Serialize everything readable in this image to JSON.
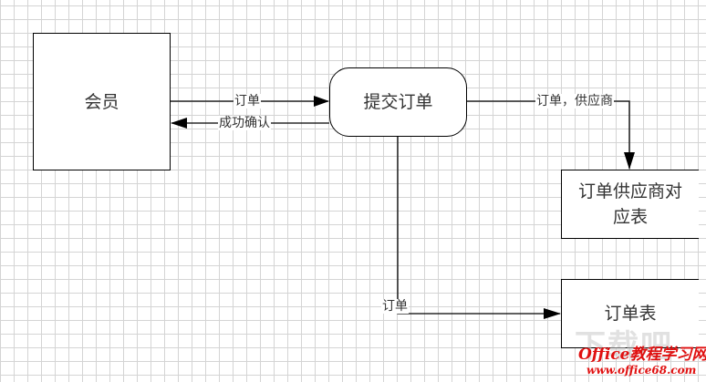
{
  "diagram": {
    "nodes": {
      "member": {
        "label": "会员",
        "shape": "rectangle"
      },
      "submit_order": {
        "label": "提交订单",
        "shape": "rounded-rectangle"
      },
      "order_supplier_table": {
        "label_line1": "订单供应商对",
        "label_line2": "应表",
        "shape": "open-rectangle"
      },
      "order_table": {
        "label": "订单表",
        "shape": "open-rectangle"
      }
    },
    "edges": {
      "member_to_submit": {
        "label": "订单",
        "from": "会员",
        "to": "提交订单"
      },
      "submit_to_member": {
        "label": "成功确认",
        "from": "提交订单",
        "to": "会员"
      },
      "submit_to_supplier_table": {
        "label": "订单，供应商",
        "from": "提交订单",
        "to": "订单供应商对应表"
      },
      "submit_to_order_table": {
        "label": "订单",
        "from": "提交订单",
        "to": "订单表"
      }
    },
    "colors": {
      "line": "#000000",
      "grid": "#d4d4d4",
      "watermark": "#e01010"
    }
  },
  "watermark": {
    "ghost_text": "下载吧",
    "line1": "Office教程学习网",
    "line2": "www.office68.com"
  }
}
